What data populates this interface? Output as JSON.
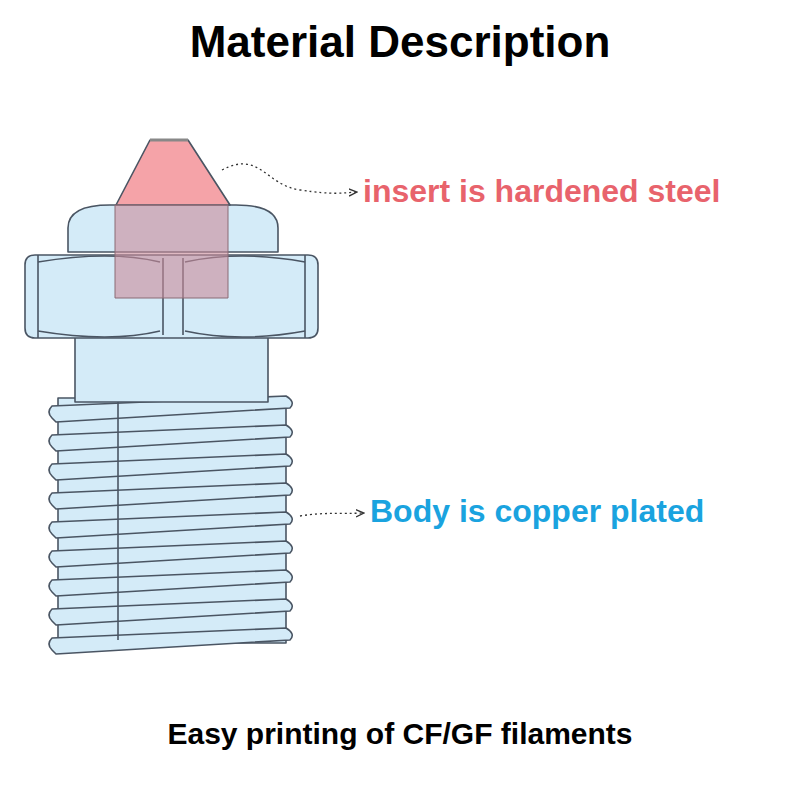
{
  "diagram": {
    "title": "Material Description",
    "caption": "Easy printing of CF/GF filaments",
    "labels": [
      "insert is hardened steel",
      "Body is copper plated"
    ]
  }
}
